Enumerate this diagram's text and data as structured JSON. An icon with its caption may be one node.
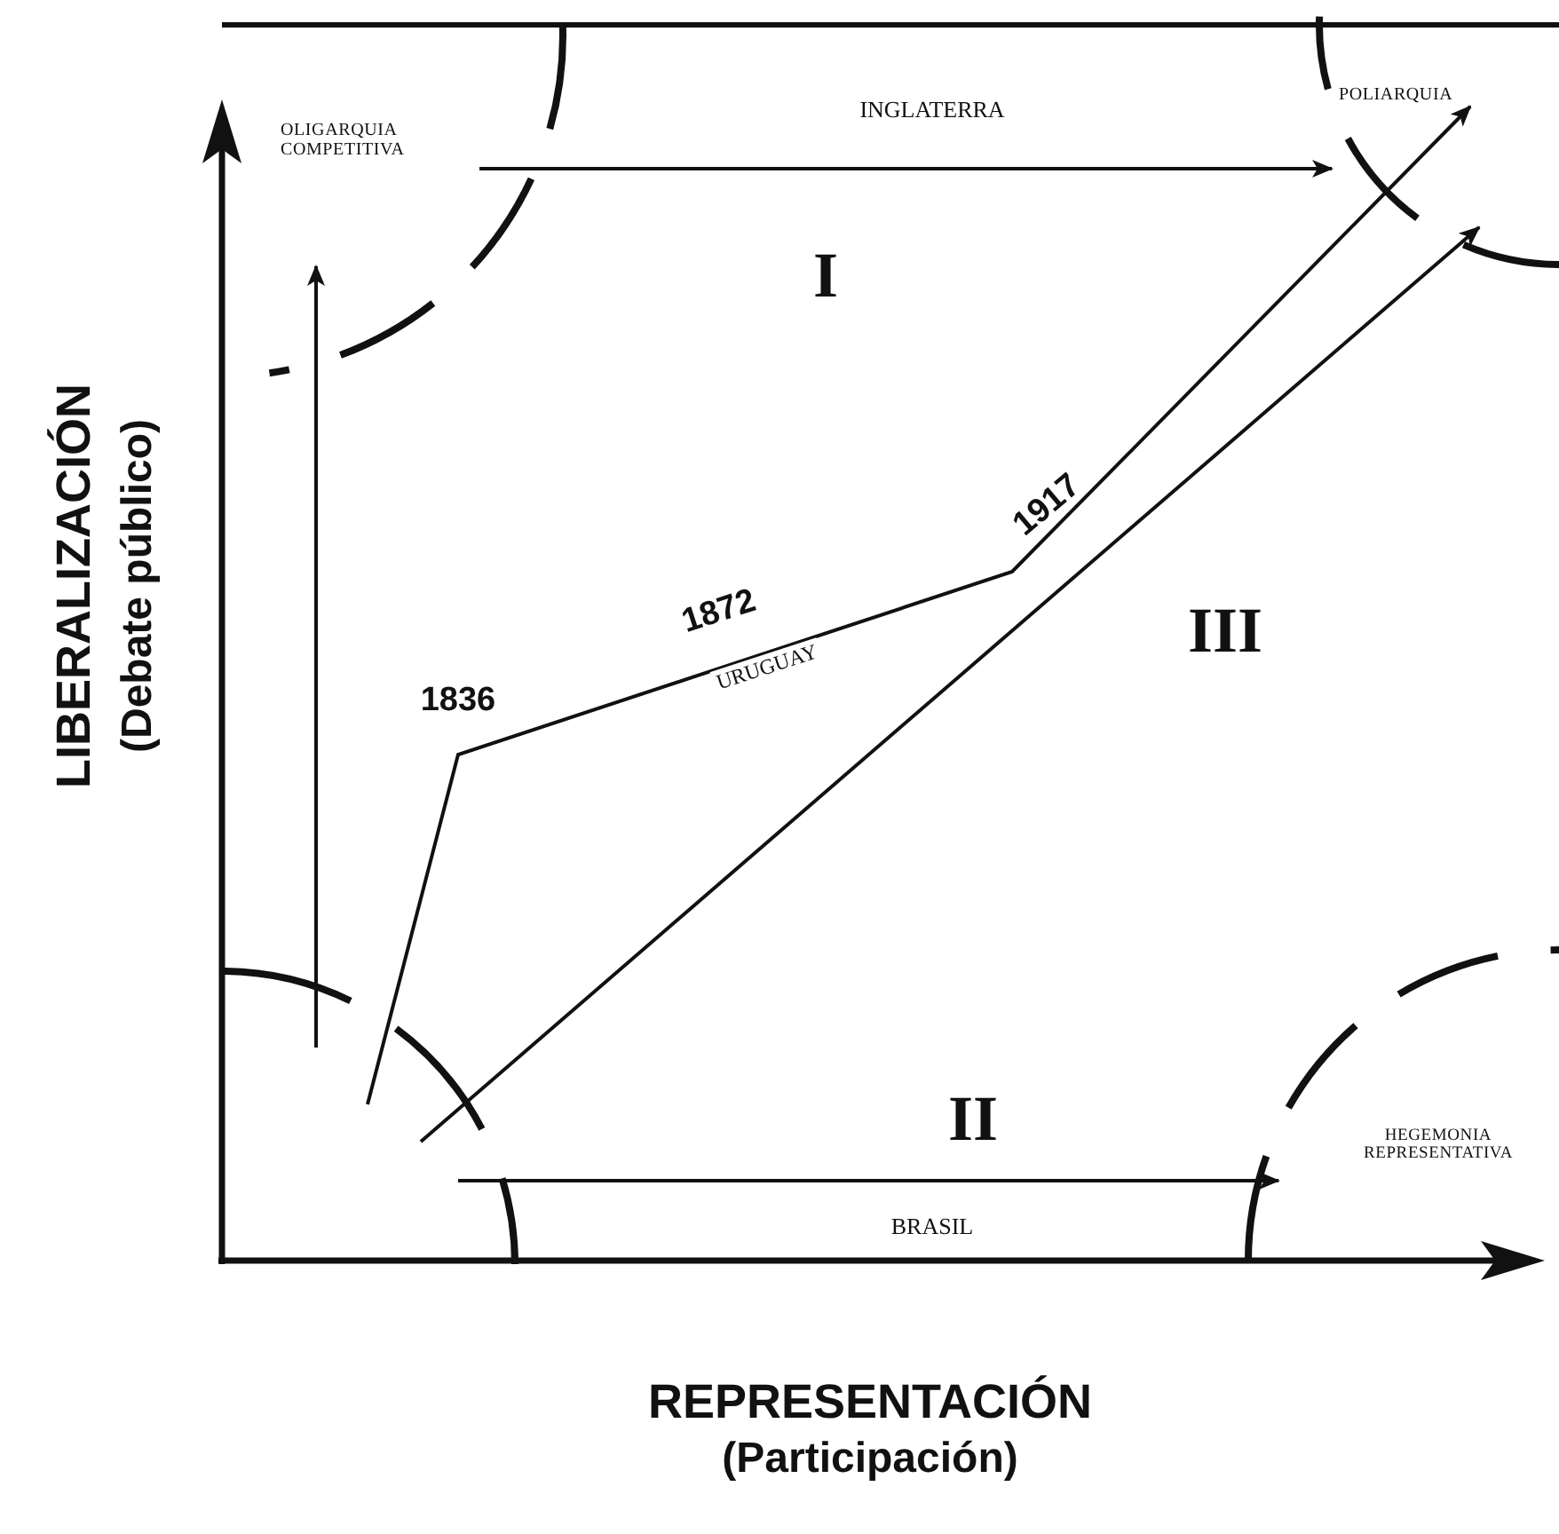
{
  "diagram": {
    "nodes": [
      {
        "text": [
          "OLIGARQUIA COMPETITIVA"
        ]
      },
      {
        "text": [
          "POLIARQUIA"
        ]
      },
      {
        "text": [
          "HEGEMONIA REPRESENTATIVA"
        ]
      },
      {
        "text": [],
        "shape": "circle"
      }
    ],
    "edges": [
      {
        "from": 3,
        "to": 0,
        "arrow": "to"
      },
      {
        "from": 0,
        "to": 1,
        "arrow": "to",
        "label": "INGLATERRA"
      },
      {
        "from": 3,
        "to": 2,
        "arrow": "to",
        "label": "BRASIL"
      },
      {
        "from": 3,
        "to": 1,
        "arrow": "to"
      },
      {
        "from": 3,
        "to": 1,
        "arrow": "to",
        "label": "URUGUAY"
      }
    ],
    "labels": [
      "I",
      "1836",
      "1872",
      "1917",
      "III",
      "II",
      "LIBERALIZACIÓN",
      "(Debate público)",
      "REPRESENTACIÓN",
      "(Participación)"
    ]
  }
}
